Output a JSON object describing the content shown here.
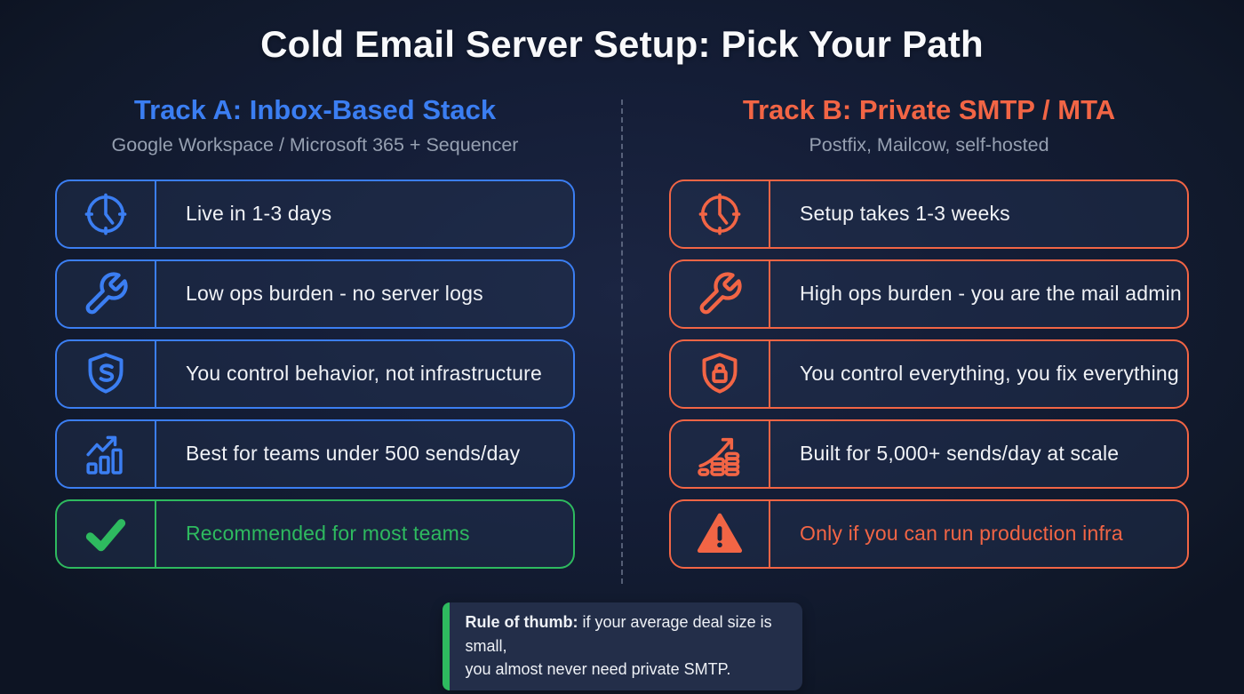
{
  "title": "Cold Email Server Setup: Pick Your Path",
  "colors": {
    "blue": "#3b7ef2",
    "orange": "#f26545",
    "green": "#2eba5f",
    "text": "#f0f2f6",
    "muted": "#96a0b1",
    "background": "#141d36",
    "card_bg": "#1e2a44"
  },
  "tracks": [
    {
      "heading": "Track A: Inbox-Based Stack",
      "subtitle": "Google Workspace / Microsoft 365 + Sequencer",
      "accent": "#3b7ef2",
      "rows": [
        {
          "icon": "clock",
          "label": "Live in 1-3 days",
          "style": "default"
        },
        {
          "icon": "wrench",
          "label": "Low ops burden - no server logs",
          "style": "default"
        },
        {
          "icon": "shield-dollar",
          "label": "You control behavior, not infrastructure",
          "style": "default"
        },
        {
          "icon": "bar-chart-growth",
          "label": "Best for teams under 500 sends/day",
          "style": "default"
        },
        {
          "icon": "check",
          "label": "Recommended for most teams",
          "style": "success"
        }
      ]
    },
    {
      "heading": "Track B: Private SMTP / MTA",
      "subtitle": "Postfix, Mailcow, self-hosted",
      "accent": "#f26545",
      "rows": [
        {
          "icon": "clock",
          "label": "Setup takes 1-3 weeks",
          "style": "default"
        },
        {
          "icon": "wrench",
          "label": "High ops burden - you are the mail admin",
          "style": "default"
        },
        {
          "icon": "shield-lock",
          "label": "You control everything, you fix everything",
          "style": "default"
        },
        {
          "icon": "coins-growth",
          "label": "Built for 5,000+ sends/day at scale",
          "style": "default"
        },
        {
          "icon": "warning",
          "label": "Only if you can run production infra",
          "style": "warning"
        }
      ]
    }
  ],
  "note": {
    "lead": "Rule of thumb:",
    "line1": "if your average deal size is small,",
    "line2": "you almost never need private SMTP."
  }
}
